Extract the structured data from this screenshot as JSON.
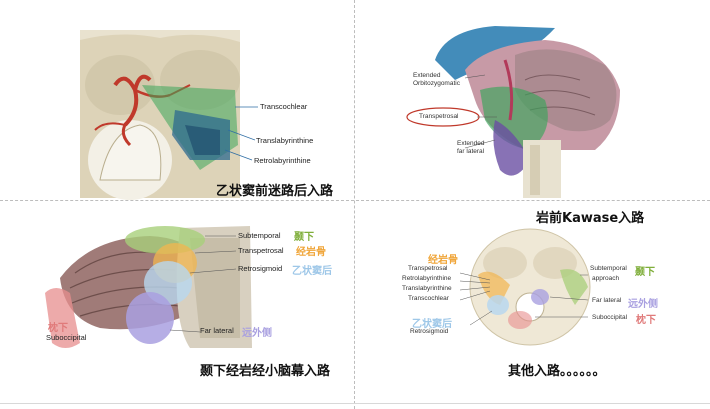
{
  "panel_tl": {
    "labels": [
      "Transcochlear",
      "Translabyrinthine",
      "Retrolabyrinthine"
    ],
    "caption": "乙状窦前迷路后入路"
  },
  "panel_tr": {
    "labels": [
      "Extended\nOrbitozygomatic",
      "Transpetrosal",
      "Extended\nfar lateral"
    ],
    "caption": "岩前Kawase入路"
  },
  "panel_bl": {
    "labels": {
      "subtemporal": "Subtemporal",
      "subtemporal_cn": "颞下",
      "transpetrosal": "Transpetrosal",
      "transpetrosal_cn": "经岩骨",
      "retrosigmoid": "Retrosigmoid",
      "retrosigmoid_cn": "乙状窦后",
      "suboccipital_cn": "枕下",
      "suboccipital": "Suboccipital",
      "far_lateral": "Far lateral",
      "far_lateral_cn": "远外侧"
    },
    "caption": "颞下经岩经小脑幕入路"
  },
  "panel_br": {
    "labels": {
      "transpetrosal_cn": "经岩骨",
      "transpetrosal": "Transpetrosal",
      "retrolabyrinthine": "Retrolabyrinthine",
      "translabyrinthine": "Translabyrinthine",
      "transcochlear": "Transcochlear",
      "retrosigmoid_cn": "乙状窦后",
      "retrosigmoid": "Retrosigmoid",
      "subtemporal": "Subtemporal",
      "subtemporal_cn": "颞下",
      "approach": "approach",
      "far_lateral": "Far lateral",
      "far_lateral_cn": "远外侧",
      "suboccipital": "Suboccipital",
      "suboccipital_cn": "枕下"
    },
    "caption": "其他入路。。。。。。"
  },
  "colors": {
    "orange": "#f0a63a",
    "green": "#7fae3a",
    "lightblue": "#9ec7e8",
    "purple": "#a9a0e0",
    "pink": "#e78e8e"
  }
}
